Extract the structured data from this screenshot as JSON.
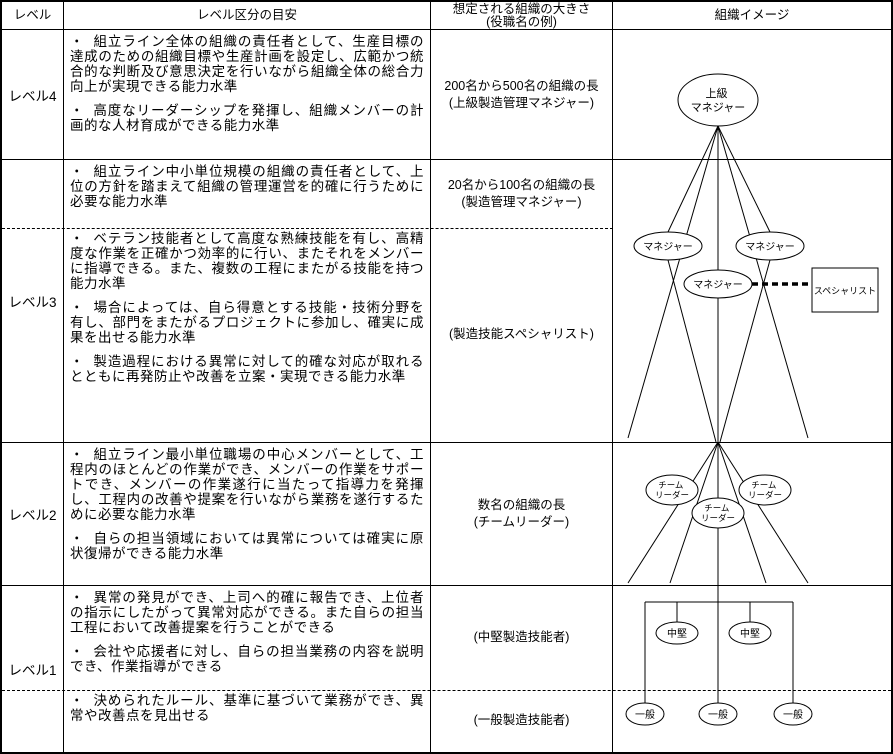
{
  "marks": {
    "bullet": "・"
  },
  "header": {
    "level": "レベル",
    "criteria": "レベル区分の目安",
    "size1": "想定される組織の大きさ",
    "size2": "(役職名の例)",
    "image": "組織イメージ"
  },
  "levels": {
    "l4": {
      "label": "レベル4",
      "bullets": [
        "組立ライン全体の組織の責任者として、生産目標の達成のための組織目標や生産計画を設定し、広範かつ統合的な判断及び意思決定を行いながら組織全体の総合力向上が実現できる能力水準",
        "高度なリーダーシップを発揮し、組織メンバーの計画的な人材育成ができる能力水準"
      ],
      "size": [
        "200名から500名の組織の長",
        "(上級製造管理マネジャー)"
      ]
    },
    "l3": {
      "label": "レベル3",
      "top_bullets": [
        "組立ライン中小単位規模の組織の責任者として、上位の方針を踏まえて組織の管理運営を的確に行うために必要な能力水準"
      ],
      "bottom_bullets": [
        "ベテラン技能者として高度な熟練技能を有し、高精度な作業を正確かつ効率的に行い、またそれをメンバーに指導できる。また、複数の工程にまたがる技能を持つ能力水準",
        "場合によっては、自ら得意とする技能・技術分野を有し、部門をまたがるプロジェクトに参加し、確実に成果を出せる能力水準",
        "製造過程における異常に対して的確な対応が取れるとともに再発防止や改善を立案・実現できる能力水準"
      ],
      "size_top": [
        "20名から100名の組織の長",
        "(製造管理マネジャー)"
      ],
      "size_bottom": "(製造技能スペシャリスト)"
    },
    "l2": {
      "label": "レベル2",
      "bullets": [
        "組立ライン最小単位職場の中心メンバーとして、工程内のほとんどの作業ができ、メンバーの作業をサポートでき、メンバーの作業遂行に当たって指導力を発揮し、工程内の改善や提案を行いながら業務を遂行するために必要な能力水準",
        "自らの担当領域においては異常については確実に原状復帰ができる能力水準"
      ],
      "size": [
        "数名の組織の長",
        "(チームリーダー)"
      ]
    },
    "l1": {
      "label": "レベル1",
      "top_bullets": [
        "異常の発見ができ、上司へ的確に報告でき、上位者の指示にしたがって異常対応ができる。また自らの担当工程において改善提案を行うことができる",
        "会社や応援者に対し、自らの担当業務の内容を説明でき、作業指導ができる"
      ],
      "bottom_bullets": [
        "決められたルール、基準に基づいて業務ができ、異常や改善点を見出せる"
      ],
      "size_top": "(中堅製造技能者)",
      "size_bottom": "(一般製造技能者)"
    }
  },
  "diagram": {
    "senior1": "上級",
    "senior2": "マネジャー",
    "manager": "マネジャー",
    "specialist": "スペシャリスト",
    "team1": "チーム",
    "team2": "リーダー",
    "mid": "中堅",
    "general": "一般"
  }
}
